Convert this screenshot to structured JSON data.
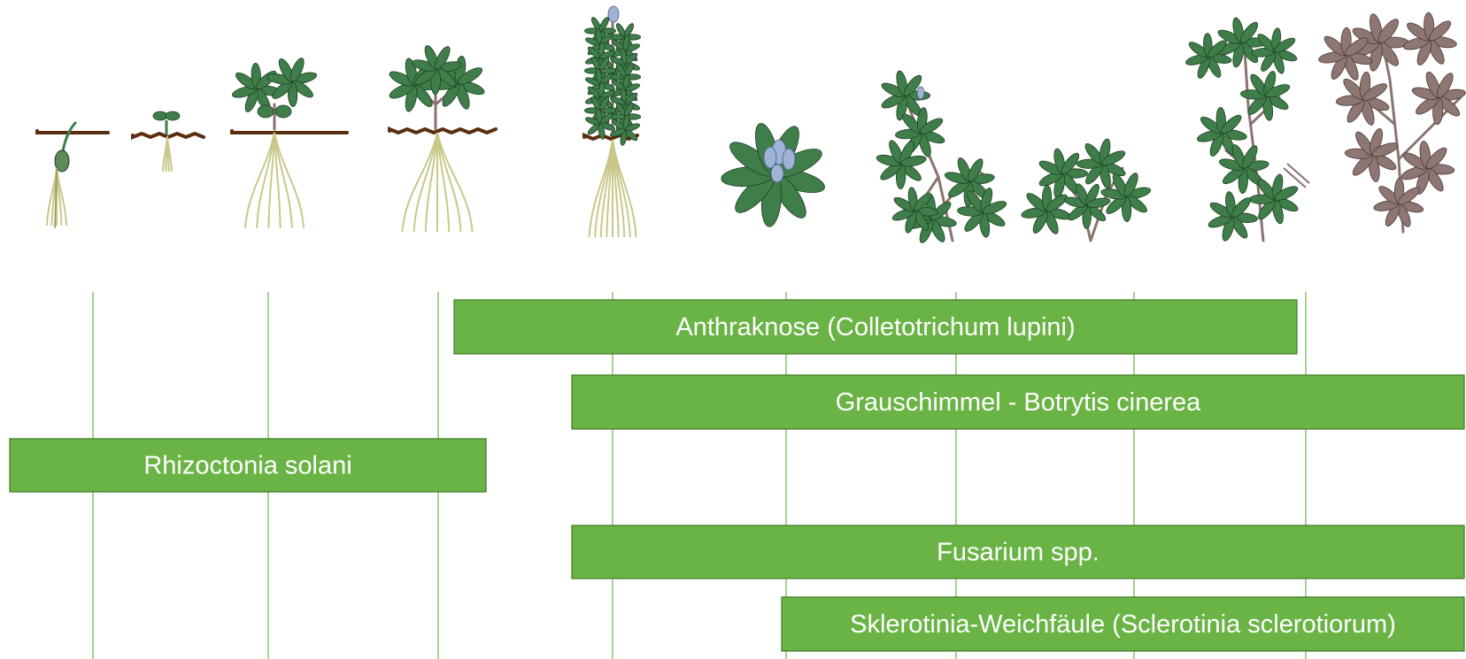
{
  "diagram": {
    "stages": [
      {
        "name": "keimling"
      },
      {
        "name": "keimblatt"
      },
      {
        "name": "erste-laubblaetter"
      },
      {
        "name": "rosette"
      },
      {
        "name": "schossen"
      },
      {
        "name": "bluete"
      },
      {
        "name": "huelsenansatz"
      },
      {
        "name": "huelsenwachstum"
      },
      {
        "name": "reife"
      },
      {
        "name": "abreife"
      }
    ],
    "diseases": [
      {
        "label": "Anthraknose (Colletotrichum lupini)"
      },
      {
        "label": "Grauschimmel - Botrytis cinerea"
      },
      {
        "label": "Rhizoctonia solani"
      },
      {
        "label": "Fusarium spp."
      },
      {
        "label": "Sklerotinia-Weichfäule (Sclerotinia sclerotiorum)"
      }
    ],
    "colors": {
      "bar_fill": "#6ab445",
      "bar_border": "#3d7a24",
      "stage_line": "#8cc870",
      "bar_text": "#ffffff",
      "leaf_green": "#3f7e4a",
      "leaf_brown": "#8e7672",
      "soil": "#5a2d0e",
      "flower": "#9fb3d6"
    }
  }
}
